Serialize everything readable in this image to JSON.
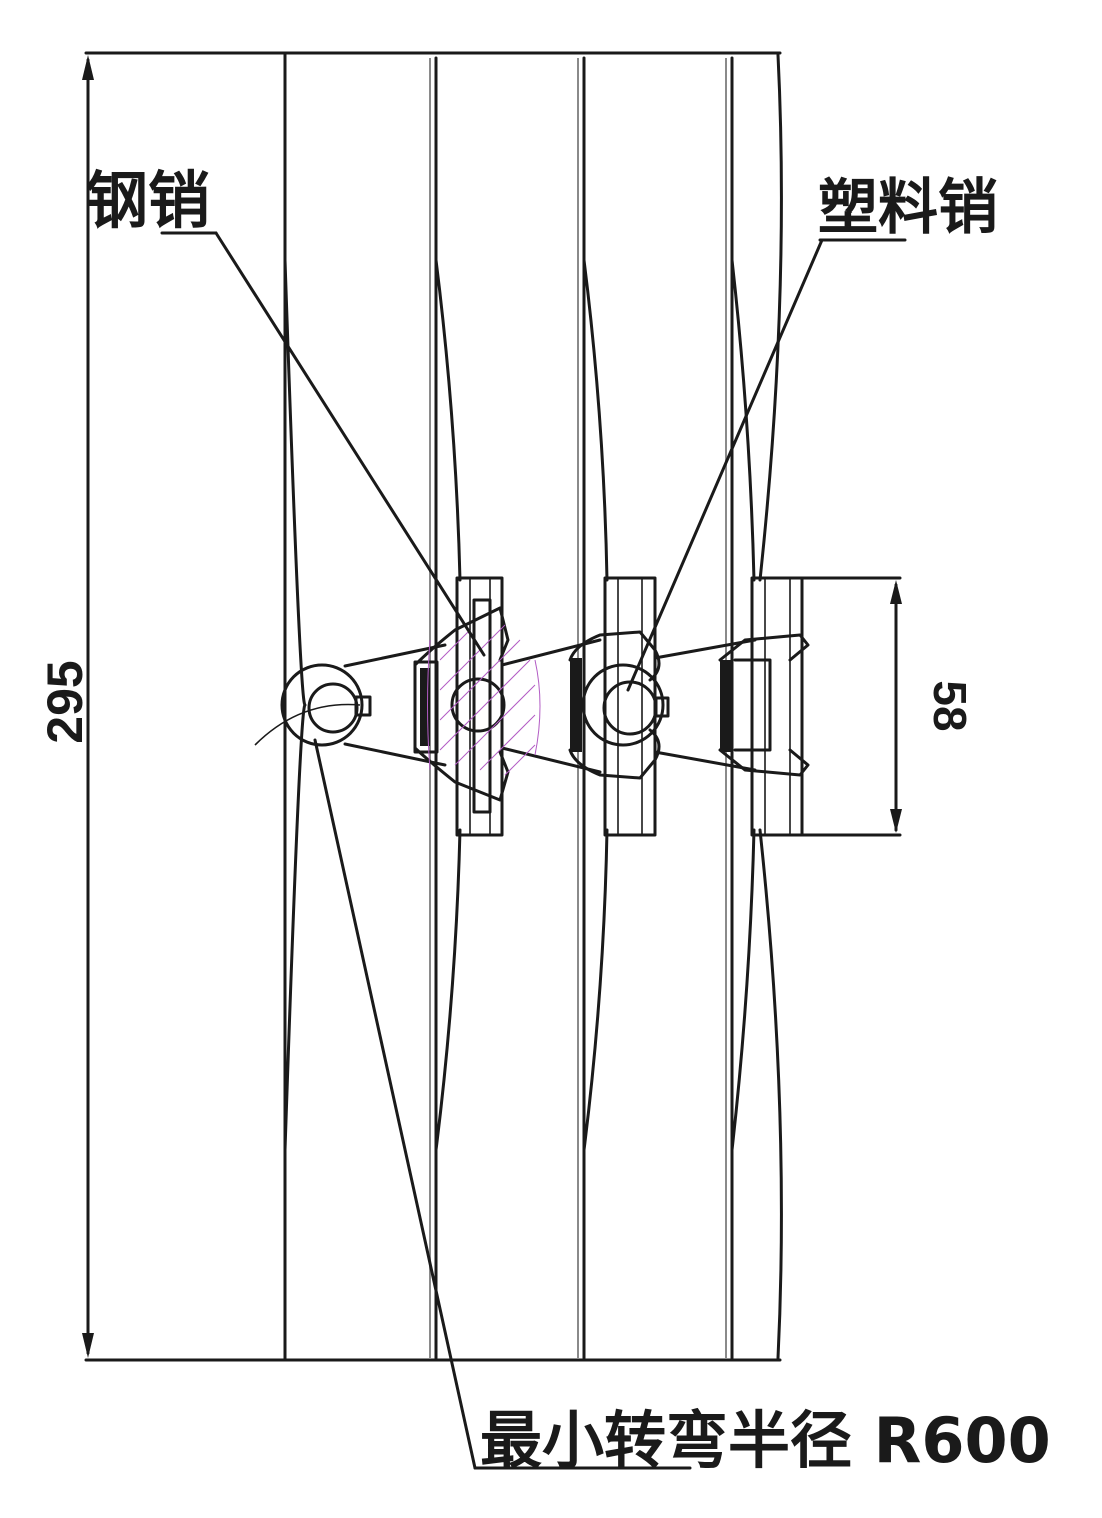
{
  "labels": {
    "steel_pin": "钢销",
    "plastic_pin": "塑料销",
    "min_turn_radius": "最小转弯半径 R600"
  },
  "dimensions": {
    "belt_width": "295",
    "module_pitch": "58"
  },
  "colors": {
    "line": "#1a1a1a",
    "hatch": "#b25bc4",
    "background": "#ffffff"
  }
}
